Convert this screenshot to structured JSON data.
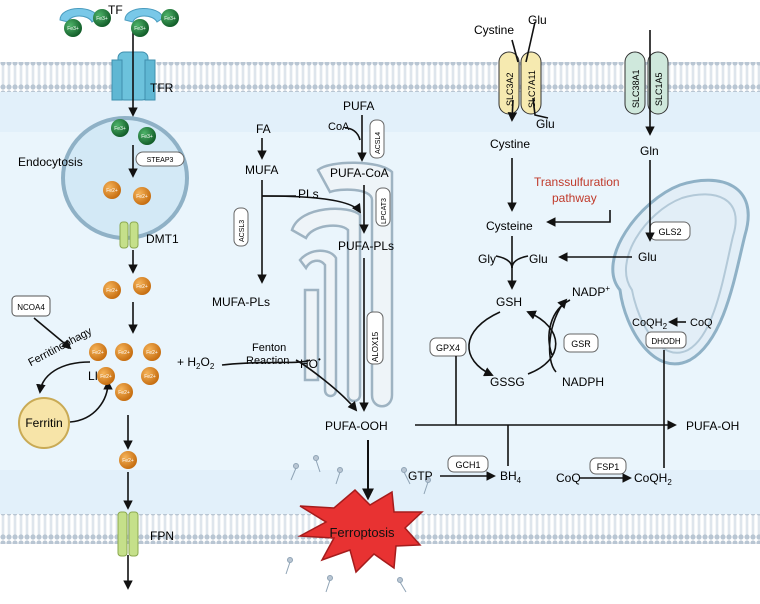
{
  "labels": {
    "tf": "TF",
    "tfr": "TFR",
    "endocytosis": "Endocytosis",
    "steap3": "STEAP3",
    "dmt1": "DMT1",
    "ncoa4": "NCOA4",
    "ferritinophagy": "Ferritinophagy",
    "ferritin": "Ferritin",
    "lip": "LIP",
    "fpn": "FPN",
    "fa": "FA",
    "mufa": "MUFA",
    "acsl3": "ACSL3",
    "mufa_pls": "MUFA-PLs",
    "pls": "PLs",
    "pufa": "PUFA",
    "coa1": "CoA",
    "acsl4": "ACSL4",
    "pufa_coa": "PUFA-CoA",
    "lpcat3": "LPCAT3",
    "pufa_pls": "PUFA-PLs",
    "alox15": "ALOX15",
    "h2o2_main": "+ H",
    "h2o2_sub": "2",
    "h2o2_o": "O",
    "h2o2_sub2": "2",
    "fenton": "Fenton",
    "reaction": "Reaction",
    "ho": "HO",
    "ho_sup": "•",
    "pufa_ooh": "PUFA-OOH",
    "ferroptosis": "Ferroptosis",
    "cystine_out": "Cystine",
    "glu_out": "Glu",
    "slc3a2": "SLC3A2",
    "slc7a11": "SLC7A11",
    "glu_in": "Glu",
    "cystine_in": "Cystine",
    "slc38a1": "SLC38A1",
    "slc1a5": "SLC1A5",
    "gln": "Gln",
    "transsulfuration1": "Transsulfuration",
    "transsulfuration2": "pathway",
    "cysteine": "Cysteine",
    "gly": "Gly",
    "glu_gsh": "Glu",
    "gls2": "GLS2",
    "glu_mito": "Glu",
    "gsh": "GSH",
    "nadp": "NADP",
    "nadp_sup": "+",
    "gpx4": "GPX4",
    "gsr": "GSR",
    "gssg": "GSSG",
    "nadph": "NADPH",
    "coqh2_mito": "CoQH",
    "coqh2_mito_sub": "2",
    "coq_mito": "CoQ",
    "dhodh": "DHODH",
    "pufa_oh": "PUFA-OH",
    "gtp": "GTP",
    "gch1": "GCH1",
    "bh4": "BH",
    "bh4_sub": "4",
    "coq": "CoQ",
    "fsp1": "FSP1",
    "coqh2": "CoQH",
    "coqh2_sub": "2",
    "fe3": "Fe",
    "fe3_sup": "3+",
    "fe2": "Fe",
    "fe2_sup": "2+"
  },
  "colors": {
    "membrane": "#8fa8bf",
    "membrane_head": "#b8c9d8",
    "cell_bg": "#e6f3fb",
    "tf": "#79c8e8",
    "fe3": "#1f7a3a",
    "fe2": "#e08a1e",
    "tfr": "#6cc2dc",
    "dmt1": "#c5e08a",
    "ferritin": "#f7e4a8",
    "slc3a2": "#f6eab0",
    "slc38a1": "#cfe8dc",
    "ferroptosis": "#e83232",
    "transsulfuration": "#c03a2b"
  }
}
